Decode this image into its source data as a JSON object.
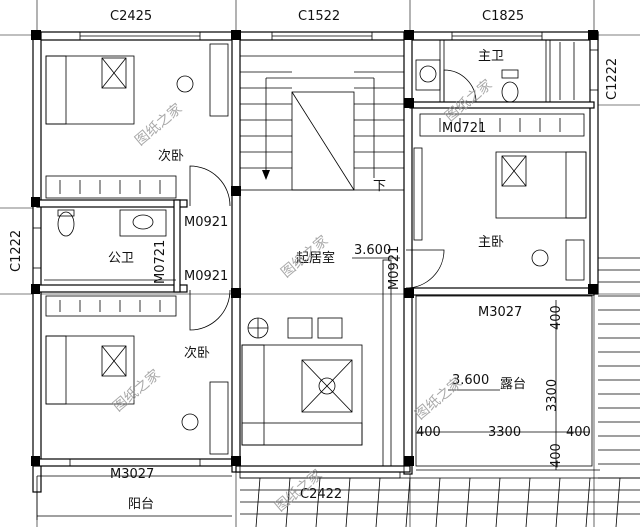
{
  "window_codes": {
    "top_left": "C2425",
    "top_mid": "C1522",
    "top_right": "C1825",
    "left": "C1222",
    "right": "C1222",
    "bottom": "C2422"
  },
  "door_codes": {
    "bedroom_upper": "M0921",
    "bath_common": "M0721",
    "bedroom_lower": "M0921",
    "master_bath": "M0721",
    "master_bed": "M0921",
    "terrace": "M3027",
    "balcony": "M3027"
  },
  "rooms": {
    "bedroom_upper": "次卧",
    "bedroom_lower": "次卧",
    "common_bath": "公卫",
    "master_bath": "主卫",
    "master_bedroom": "主卧",
    "living": "起居室",
    "terrace": "露台",
    "balcony": "阳台"
  },
  "stair_down": "下",
  "levels": {
    "living": "3.600",
    "terrace": "3.600"
  },
  "dimensions": {
    "terrace_top": "400",
    "terrace_depth": "3300",
    "terrace_bottom": "400",
    "width_left": "400",
    "width_mid": "3300",
    "width_right": "400"
  },
  "watermark": "图纸之家"
}
